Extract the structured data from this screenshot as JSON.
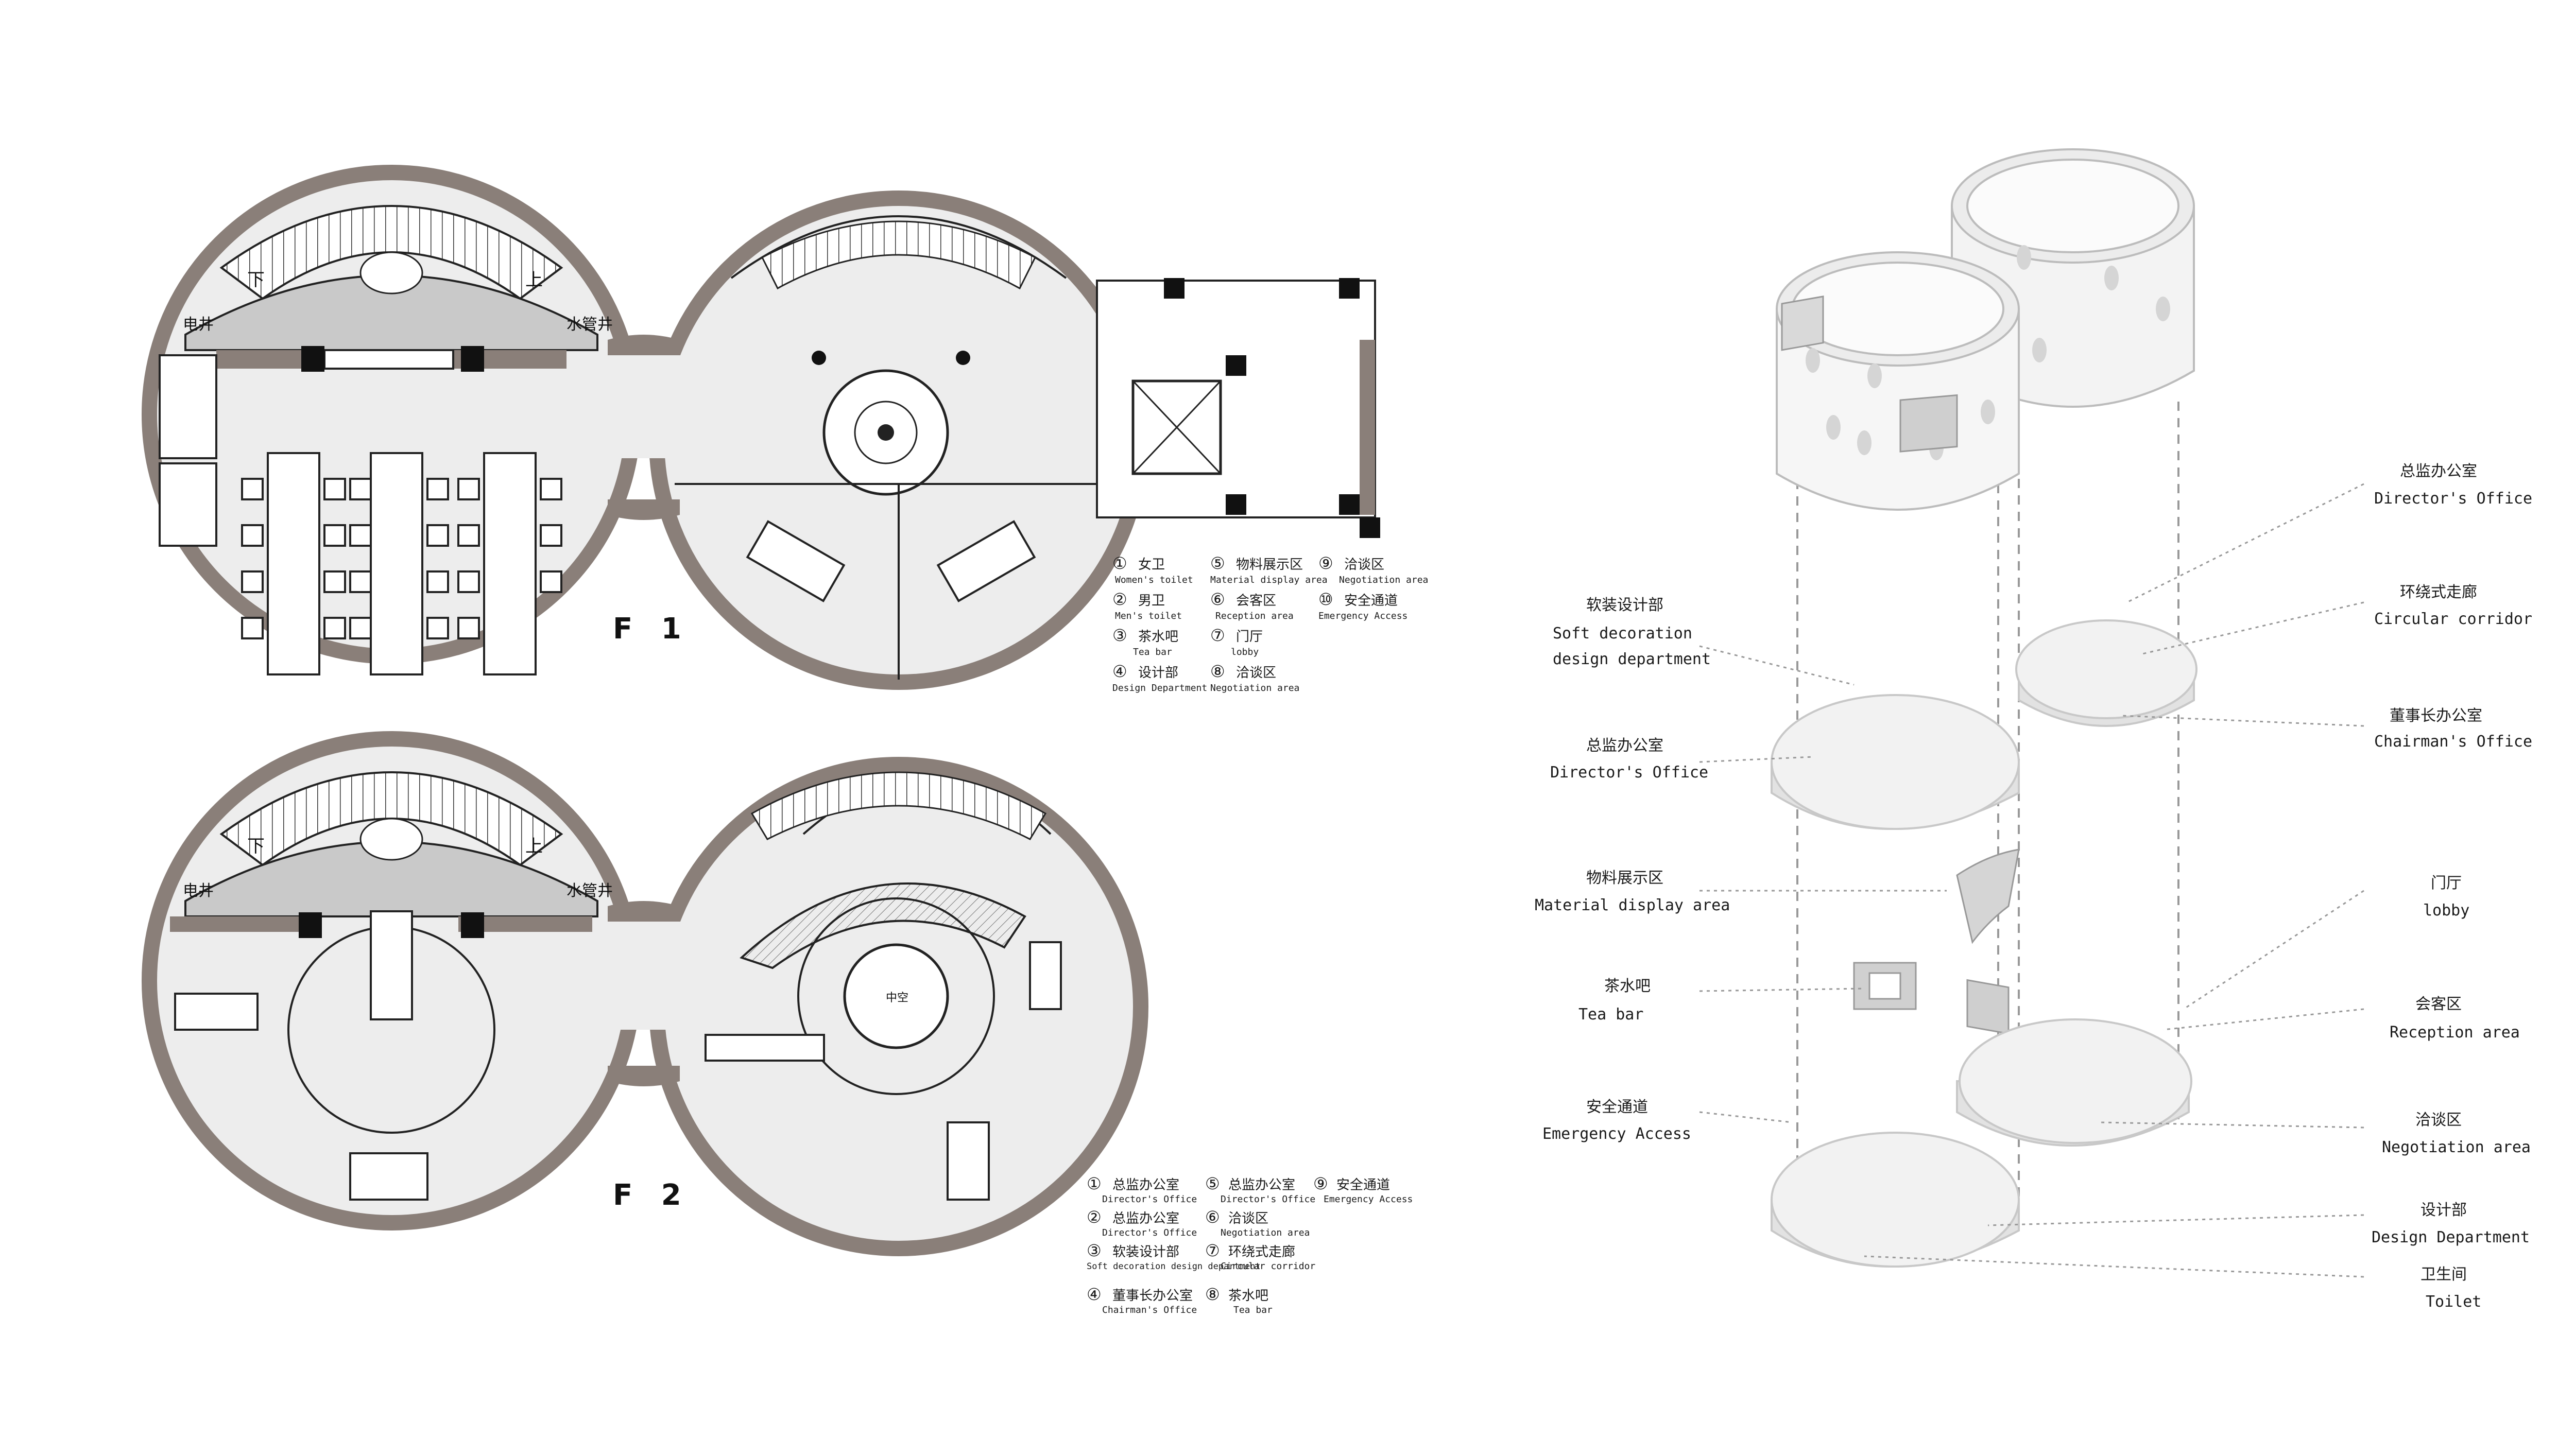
{
  "plans": {
    "f1": {
      "title": "F 1",
      "rooms": [
        "下",
        "上",
        "电井",
        "水管井",
        "中空"
      ],
      "legend": [
        {
          "num": "①",
          "cn": "女卫",
          "en": "Women's toilet"
        },
        {
          "num": "⑤",
          "cn": "物料展示区",
          "en": "Material display area"
        },
        {
          "num": "⑨",
          "cn": "洽谈区",
          "en": "Negotiation area"
        },
        {
          "num": "②",
          "cn": "男卫",
          "en": "Men's toilet"
        },
        {
          "num": "⑥",
          "cn": "会客区",
          "en": "Reception area"
        },
        {
          "num": "⑩",
          "cn": "安全通道",
          "en": "Emergency Access"
        },
        {
          "num": "③",
          "cn": "茶水吧",
          "en": "Tea bar"
        },
        {
          "num": "⑦",
          "cn": "门厅",
          "en": "lobby"
        },
        {
          "num": "④",
          "cn": "设计部",
          "en": "Design Department"
        },
        {
          "num": "⑧",
          "cn": "洽谈区",
          "en": "Negotiation area"
        }
      ]
    },
    "f2": {
      "title": "F 2",
      "legend": [
        {
          "num": "①",
          "cn": "总监办公室",
          "en": "Director's Office"
        },
        {
          "num": "⑤",
          "cn": "总监办公室",
          "en": "Director's Office"
        },
        {
          "num": "⑨",
          "cn": "安全通道",
          "en": "Emergency Access"
        },
        {
          "num": "②",
          "cn": "总监办公室",
          "en": "Director's Office"
        },
        {
          "num": "⑥",
          "cn": "洽谈区",
          "en": "Negotiation area"
        },
        {
          "num": "③",
          "cn": "软装设计部",
          "en": "Soft decoration design department"
        },
        {
          "num": "⑦",
          "cn": "环绕式走廊",
          "en": "Circular corridor"
        },
        {
          "num": "④",
          "cn": "董事长办公室",
          "en": "Chairman's Office"
        },
        {
          "num": "⑧",
          "cn": "茶水吧",
          "en": "Tea bar"
        }
      ]
    }
  },
  "axon": {
    "left_labels": [
      {
        "cn": "软装设计部",
        "en": "Soft decoration",
        "en2": "design department"
      },
      {
        "cn": "总监办公室",
        "en": "Director's Office"
      },
      {
        "cn": "物料展示区",
        "en": "Material display area"
      },
      {
        "cn": "茶水吧",
        "en": "Tea bar"
      },
      {
        "cn": "安全通道",
        "en": "Emergency Access"
      }
    ],
    "right_labels": [
      {
        "cn": "总监办公室",
        "en": "Director's Office"
      },
      {
        "cn": "环绕式走廊",
        "en": "Circular corridor"
      },
      {
        "cn": "董事长办公室",
        "en": "Chairman's Office"
      },
      {
        "cn": "门厅",
        "en": "lobby"
      },
      {
        "cn": "会客区",
        "en": "Reception area"
      },
      {
        "cn": "洽谈区",
        "en": "Negotiation area"
      },
      {
        "cn": "设计部",
        "en": "Design Department"
      },
      {
        "cn": "卫生间",
        "en": "Toilet"
      }
    ]
  },
  "colors": {
    "wall": "#8a7f79",
    "fill": "#ededed",
    "grey": "#c9c9c9",
    "line": "#222222"
  }
}
